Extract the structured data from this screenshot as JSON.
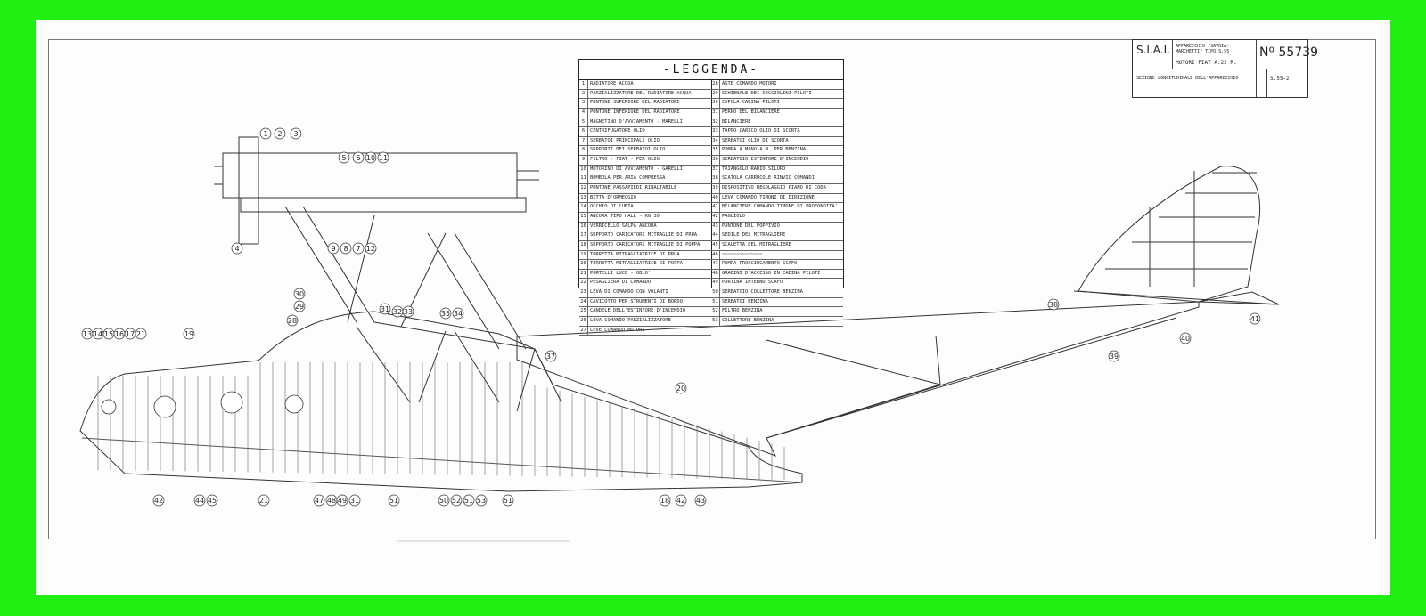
{
  "colors": {
    "frame": "#22ee11",
    "sheet": "#fdfdfd",
    "ink": "#222222"
  },
  "legend": {
    "title": "-LEGGENDA-",
    "left": [
      {
        "n": "1",
        "text": "RADIATORE ACQUA"
      },
      {
        "n": "2",
        "text": "PARZIALIZZATORE DEL RADIATORE ACQUA"
      },
      {
        "n": "3",
        "text": "PUNTONE SUPERIORE DEL RADIATORE"
      },
      {
        "n": "4",
        "text": "PUNTONE INFERIORE DEL RADIATORE"
      },
      {
        "n": "5",
        "text": "MAGNETINO D'AVVIAMENTO - MARELLI"
      },
      {
        "n": "6",
        "text": "CENTRIFUGATORE OLIO"
      },
      {
        "n": "7",
        "text": "SERBATOI PRINCIPALI OLIO"
      },
      {
        "n": "8",
        "text": "SUPPORTI DEI SERBATOI OLIO"
      },
      {
        "n": "9",
        "text": "FILTRO - FIAT - PER OLIO"
      },
      {
        "n": "10",
        "text": "MOTORINO DI AVVIAMENTO - GARELLI"
      },
      {
        "n": "11",
        "text": "BOMBOLA PER ARIA COMPRESSA"
      },
      {
        "n": "12",
        "text": "PUNTONE PASSAPIEDI RIBALTABILE"
      },
      {
        "n": "13",
        "text": "BITTA D'ORMEGGIO"
      },
      {
        "n": "14",
        "text": "OCCHIO DI CUBIA"
      },
      {
        "n": "15",
        "text": "ANCORA TIPO HALL - KG.30"
      },
      {
        "n": "16",
        "text": "VERRICELLO SALPA ANCORA"
      },
      {
        "n": "17",
        "text": "SUPPORTO CARICATORI MITRAGLIE DI PRUA"
      },
      {
        "n": "18",
        "text": "SUPPORTO CARICATORI MITRAGLIE DI POPPA"
      },
      {
        "n": "19",
        "text": "TORRETTA MITRAGLIATRICE DI PRUA"
      },
      {
        "n": "20",
        "text": "TORRETTA MITRAGLIATRICE DI POPPA"
      },
      {
        "n": "21",
        "text": "PORTELLI LUCE - OBLO'"
      },
      {
        "n": "22",
        "text": "PESAGLIERA DI COMANDO"
      },
      {
        "n": "23",
        "text": "LEVA DI COMANDO CON VOLANTI"
      },
      {
        "n": "24",
        "text": "CAVICOTTO PER STRUMENTI DI BORDO"
      },
      {
        "n": "25",
        "text": "CANDELE DELL'ESTINTORE D'INCENDIO"
      },
      {
        "n": "26",
        "text": "LEVA COMANDO PARZIALIZZATORE"
      },
      {
        "n": "27",
        "text": "LEVE COMANDO MOTORI"
      }
    ],
    "right": [
      {
        "n": "28",
        "text": "ASTE COMANDO MOTORI"
      },
      {
        "n": "29",
        "text": "SCHIENALE DEI SEGGIOLINI PILOTI"
      },
      {
        "n": "30",
        "text": "CUPOLA CABINA PILOTI"
      },
      {
        "n": "31",
        "text": "PERNO DEL BILANCIERE"
      },
      {
        "n": "32",
        "text": "BILANCIERE"
      },
      {
        "n": "33",
        "text": "TAPPO CARICO OLIO DI SCORTA"
      },
      {
        "n": "34",
        "text": "SERBATOI OLIO DI SCORTA"
      },
      {
        "n": "35",
        "text": "POMPA A MANO A.M. PER BENZINA"
      },
      {
        "n": "36",
        "text": "SERBATOIO ESTINTORE D'INCENDIO"
      },
      {
        "n": "37",
        "text": "TRIANGOLO RADIO SILURO"
      },
      {
        "n": "38",
        "text": "SCATOLA CARRUCOLE RINVIO COMANDI"
      },
      {
        "n": "39",
        "text": "DISPOSITIVO REGOLAGGIO PIANO DI CODA"
      },
      {
        "n": "40",
        "text": "LEVA COMANDO TIMONI DI DIREZIONE"
      },
      {
        "n": "41",
        "text": "BILANCIERE COMANDO TIMONE DI PROFONDITA'"
      },
      {
        "n": "42",
        "text": "PAGLIOLO"
      },
      {
        "n": "43",
        "text": "PUNTONE DEL POPPIVIO"
      },
      {
        "n": "44",
        "text": "SEDILE DEL MITRAGLIERE"
      },
      {
        "n": "45",
        "text": "SCALETTA DEL MITRAGLIERE"
      },
      {
        "n": "46",
        "text": "~~~~~~~~~~~~~~"
      },
      {
        "n": "47",
        "text": "POMPA PROSCIUGAMENTO SCAFO"
      },
      {
        "n": "48",
        "text": "GRADINI D'ACCESSO IN CABINA PILOTI"
      },
      {
        "n": "49",
        "text": "PORTINA INTERNO SCAFO"
      },
      {
        "n": "50",
        "text": "SERBATOIO COLLETTORE BENZINA"
      },
      {
        "n": "51",
        "text": "SERBATOI BENZINA"
      },
      {
        "n": "52",
        "text": "FILTRO BENZINA"
      },
      {
        "n": "53",
        "text": "COLLETTORE BENZINA"
      }
    ]
  },
  "title_block": {
    "company": "S.I.A.I.",
    "aircraft": "APPARECCHIO \"SAVOIA-MARCHETTI\" TIPO S.55",
    "engine": "MOTORI FIAT A.22 R.",
    "section": "SEZIONE LONGITUDINALE DELL'APPARECCHIO",
    "drawing_number": "Nº 55739",
    "sub_code": "S.55-2"
  },
  "callouts": [
    {
      "label": "1"
    },
    {
      "label": "2"
    },
    {
      "label": "3"
    },
    {
      "label": "4"
    },
    {
      "label": "5"
    },
    {
      "label": "6"
    },
    {
      "label": "10"
    },
    {
      "label": "11"
    },
    {
      "label": "9"
    },
    {
      "label": "8"
    },
    {
      "label": "7"
    },
    {
      "label": "12"
    },
    {
      "label": "13"
    },
    {
      "label": "14"
    },
    {
      "label": "15"
    },
    {
      "label": "16"
    },
    {
      "label": "17"
    },
    {
      "label": "21"
    },
    {
      "label": "19"
    },
    {
      "label": "30"
    },
    {
      "label": "29"
    },
    {
      "label": "28"
    },
    {
      "label": "31"
    },
    {
      "label": "32"
    },
    {
      "label": "33"
    },
    {
      "label": "35"
    },
    {
      "label": "34"
    },
    {
      "label": "37"
    },
    {
      "label": "20"
    },
    {
      "label": "38"
    },
    {
      "label": "39"
    },
    {
      "label": "40"
    },
    {
      "label": "41"
    },
    {
      "label": "42"
    },
    {
      "label": "44"
    },
    {
      "label": "45"
    },
    {
      "label": "21"
    },
    {
      "label": "47"
    },
    {
      "label": "48"
    },
    {
      "label": "49"
    },
    {
      "label": "31"
    },
    {
      "label": "51"
    },
    {
      "label": "50"
    },
    {
      "label": "52"
    },
    {
      "label": "51"
    },
    {
      "label": "53"
    },
    {
      "label": "51"
    },
    {
      "label": "18"
    },
    {
      "label": "42"
    },
    {
      "label": "43"
    }
  ]
}
